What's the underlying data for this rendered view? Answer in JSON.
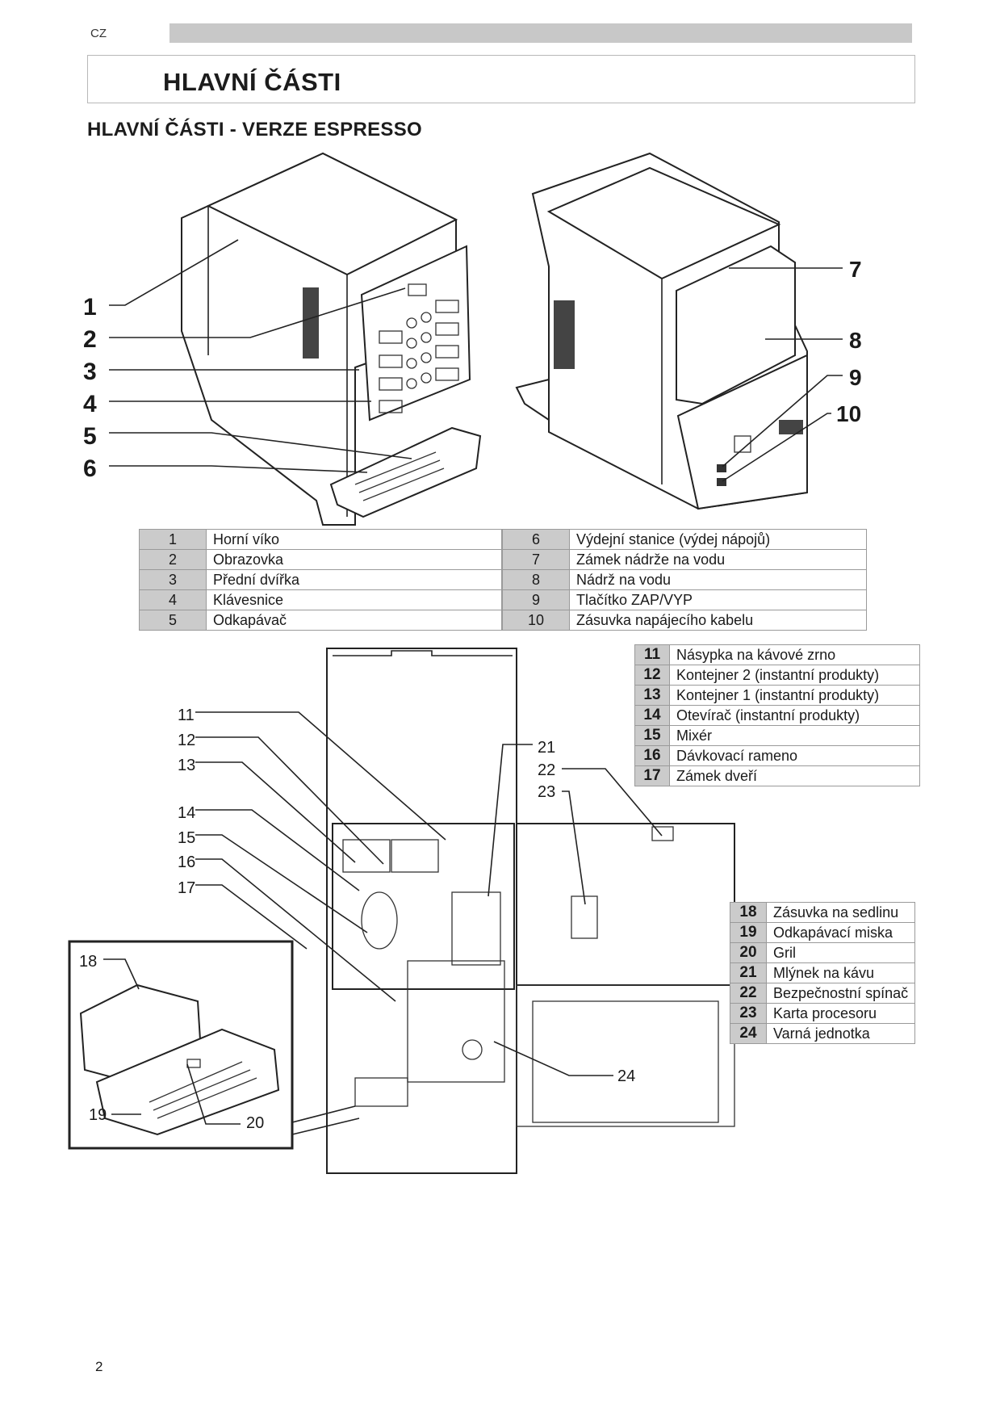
{
  "header": {
    "language": "CZ",
    "title": "HLAVNÍ ČÁSTI",
    "subtitle": "HLAVNÍ ČÁSTI - VERZE ESPRESSO"
  },
  "figures": {
    "front_view_callouts": [
      "1",
      "2",
      "3",
      "4",
      "5",
      "6"
    ],
    "rear_view_callouts": [
      "7",
      "8",
      "9",
      "10"
    ],
    "internal_view_callouts": [
      "11",
      "12",
      "13",
      "14",
      "15",
      "16",
      "17",
      "21",
      "22",
      "23",
      "24"
    ],
    "drip_tray_callouts": [
      "18",
      "19",
      "20"
    ]
  },
  "tables": {
    "table1_left": [
      {
        "num": "1",
        "label": "Horní víko"
      },
      {
        "num": "2",
        "label": "Obrazovka"
      },
      {
        "num": "3",
        "label": "Přední dvířka"
      },
      {
        "num": "4",
        "label": "Klávesnice"
      },
      {
        "num": "5",
        "label": "Odkapávač"
      }
    ],
    "table1_right": [
      {
        "num": "6",
        "label": "Výdejní  stanice (výdej  nápojů)"
      },
      {
        "num": "7",
        "label": "Zámek nádrže na  vodu"
      },
      {
        "num": "8",
        "label": "Nádrž na vodu"
      },
      {
        "num": "9",
        "label": "Tlačítko ZAP/VYP"
      },
      {
        "num": "10",
        "label": "Zásuvka napájecího kabelu"
      }
    ],
    "table2": [
      {
        "num": "11",
        "label": "Násypka na kávové zrno"
      },
      {
        "num": "12",
        "label": "Kontejner 2   (instantní   produkty)"
      },
      {
        "num": "13",
        "label": "Kontejner 1   (instantní produkty)"
      },
      {
        "num": "14",
        "label": "Otevírač (instantní produkty)"
      },
      {
        "num": "15",
        "label": "Mixér"
      },
      {
        "num": "16",
        "label": "Dávkovací rameno"
      },
      {
        "num": "17",
        "label": "Zámek dveří"
      }
    ],
    "table3": [
      {
        "num": "18",
        "label": "Zásuvka na sedlinu"
      },
      {
        "num": "19",
        "label": "Odkapávací miska"
      },
      {
        "num": "20",
        "label": "Gril"
      },
      {
        "num": "21",
        "label": "Mlýnek na kávu"
      },
      {
        "num": "22",
        "label": "Bezpečnostní spínač"
      },
      {
        "num": "23",
        "label": "Karta procesoru"
      },
      {
        "num": "24",
        "label": "Varná jednotka"
      }
    ]
  },
  "footer": {
    "page_number": "2"
  }
}
